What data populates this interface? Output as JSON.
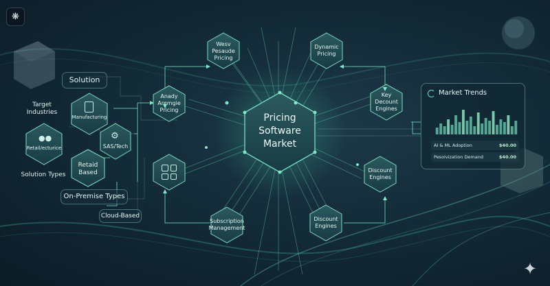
{
  "center": {
    "title": "Pricing\nSoftware\nMarket"
  },
  "hex_nodes": {
    "top_left": "Wesv\nPesaude\nPricing",
    "top_right": "Dynamic\nPricing",
    "right_upper": "Key\nDecount\nEngines",
    "left_upper": "Anady\nAremgie\nPricing",
    "right_lower": "Discount\nEngines",
    "bottom_right": "Discount\nEngines",
    "bottom_left": "Subscription\nManagement",
    "manufacturing": "Manufacturing",
    "saas": "SAS/Tech",
    "retail": "Retail/ecturice"
  },
  "labels": {
    "solution": "Solution",
    "target_industries": "Target\nIndustries",
    "solution_types": "Solution Types",
    "retail_based": "Retaid\nBased",
    "on_premise": "On-Premise Types",
    "cloud_based": "Cloud-Based"
  },
  "market_trends": {
    "title": "Market Trends",
    "rows": [
      {
        "name": "AI & ML Adoption",
        "value": "$40.00"
      },
      {
        "name": "Pesoivization Demand",
        "value": "$40.00"
      }
    ],
    "bars": [
      0.25,
      0.4,
      0.3,
      0.55,
      0.35,
      0.7,
      0.45,
      0.9,
      0.5,
      0.65,
      0.3,
      0.8,
      0.4,
      0.6,
      0.5,
      0.85,
      0.35,
      0.55,
      0.45,
      0.7,
      0.3,
      0.5
    ],
    "bar_color": "#5fc0a6",
    "accent_color": "#8fe3c0"
  },
  "icons": {
    "app": "brain-icon",
    "manufacturing": "document-icon",
    "saas": "gear-icon",
    "retail": "people-icon",
    "grid": "grid-icon",
    "trend": "refresh-icon",
    "corner": "sparkle-icon"
  }
}
